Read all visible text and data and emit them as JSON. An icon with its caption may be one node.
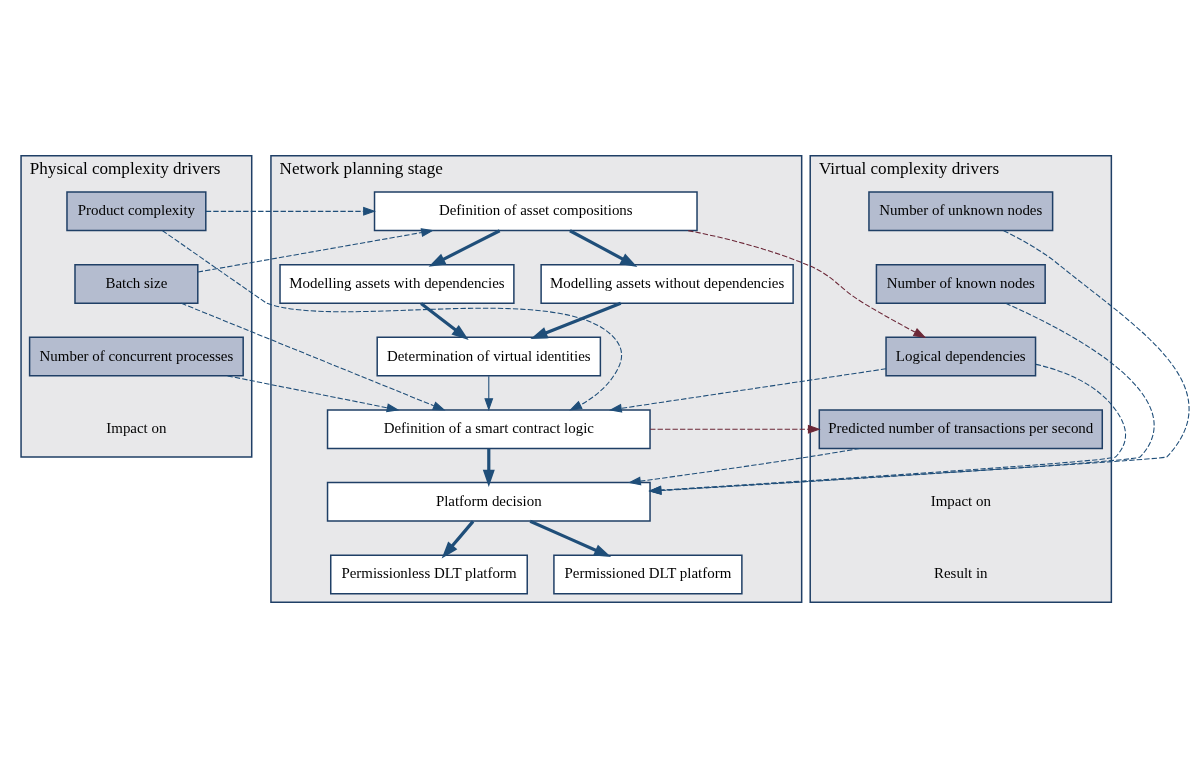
{
  "diagram": {
    "nodes": [
      {
        "text": [
          "Physical complexity drivers"
        ]
      },
      {
        "text": [
          "Product complexity"
        ],
        "in": 0
      },
      {
        "text": [
          "Batch size"
        ],
        "in": 0
      },
      {
        "text": [
          "Number of concurrent processes"
        ],
        "in": 0
      },
      {
        "text": [
          "Network planning stage"
        ]
      },
      {
        "text": [
          "Definition of asset compositions"
        ],
        "in": 4
      },
      {
        "text": [
          "Modelling assets with dependencies"
        ],
        "in": 4
      },
      {
        "text": [
          "Modelling assets without dependencies"
        ],
        "in": 4
      },
      {
        "text": [
          "Determination of virtual identities"
        ],
        "in": 4
      },
      {
        "text": [
          "Definition of a smart contract logic"
        ],
        "in": 4
      },
      {
        "text": [
          "Platform decision"
        ],
        "in": 4
      },
      {
        "text": [
          "Permissionless DLT platform"
        ],
        "in": 4
      },
      {
        "text": [
          "Permissioned DLT platform"
        ],
        "in": 4
      },
      {
        "text": [
          "Virtual complexity drivers"
        ]
      },
      {
        "text": [
          "Number of unknown nodes"
        ],
        "in": 13
      },
      {
        "text": [
          "Number of known nodes"
        ],
        "in": 13
      },
      {
        "text": [
          "Logical dependencies"
        ],
        "in": 13
      },
      {
        "text": [
          "Predicted number of transactions per second"
        ],
        "in": 13
      }
    ],
    "edges": [
      {
        "from": 1,
        "to": 5,
        "arrow": "to",
        "style": "dashed"
      },
      {
        "from": 1,
        "to": 9,
        "arrow": "to",
        "style": "dashed"
      },
      {
        "from": 2,
        "to": 5,
        "arrow": "to",
        "style": "dashed"
      },
      {
        "from": 2,
        "to": 9,
        "arrow": "to",
        "style": "dashed"
      },
      {
        "from": 3,
        "to": 9,
        "arrow": "to",
        "style": "dashed"
      },
      {
        "from": 5,
        "to": 6,
        "arrow": "to",
        "style": "thick"
      },
      {
        "from": 5,
        "to": 7,
        "arrow": "to",
        "style": "thick"
      },
      {
        "from": 6,
        "to": 8,
        "arrow": "to",
        "style": "thick"
      },
      {
        "from": 7,
        "to": 8,
        "arrow": "to",
        "style": "thick"
      },
      {
        "from": 8,
        "to": 9,
        "arrow": "to"
      },
      {
        "from": 9,
        "to": 10,
        "arrow": "to",
        "style": "thick"
      },
      {
        "from": 10,
        "to": 11,
        "arrow": "to",
        "style": "thick"
      },
      {
        "from": 10,
        "to": 12,
        "arrow": "to",
        "style": "thick"
      },
      {
        "from": 5,
        "to": 16,
        "arrow": "to",
        "style": "dashed",
        "color": "#6b2737"
      },
      {
        "from": 16,
        "to": 9,
        "arrow": "to",
        "style": "dashed"
      },
      {
        "from": 9,
        "to": 17,
        "arrow": "to",
        "style": "dashed",
        "color": "#6b2737"
      },
      {
        "from": 14,
        "to": 10,
        "arrow": "to",
        "style": "dashed"
      },
      {
        "from": 15,
        "to": 10,
        "arrow": "to",
        "style": "dashed"
      },
      {
        "from": 16,
        "to": 10,
        "arrow": "to",
        "style": "dashed"
      },
      {
        "from": 17,
        "to": 10,
        "arrow": "to",
        "style": "dashed"
      }
    ],
    "legend": [
      {
        "text": "Impact on"
      },
      {
        "text": "Impact on"
      },
      {
        "text": "Result in"
      }
    ]
  }
}
